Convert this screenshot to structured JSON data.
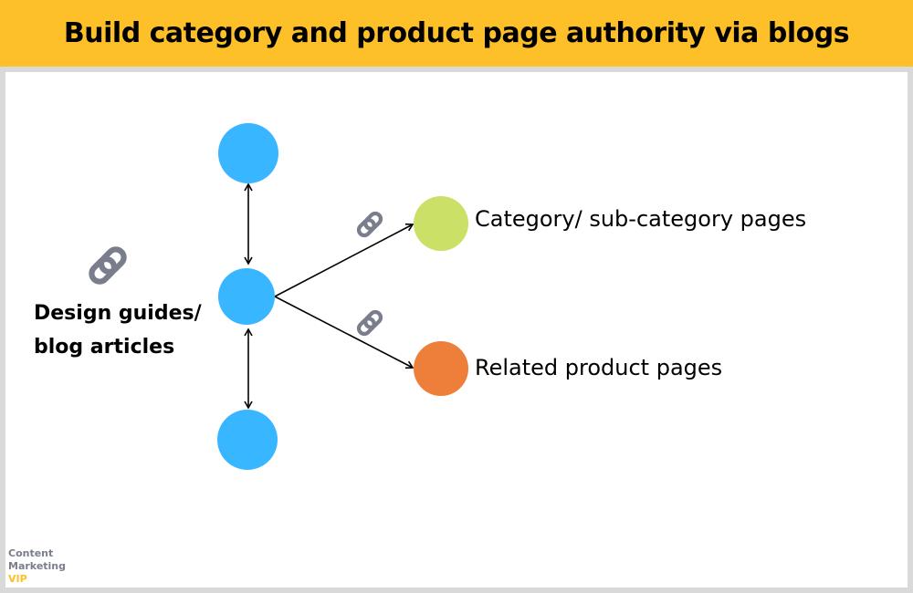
{
  "title": "Build category and product page authority via blogs",
  "source_node": {
    "label_line1": "Design guides/",
    "label_line2": "blog articles",
    "color": "#38b6ff",
    "icon": "link-icon"
  },
  "targets": [
    {
      "label": "Category/ sub-category pages",
      "color": "#cbe066",
      "icon": "link-icon"
    },
    {
      "label": "Related product pages",
      "color": "#ee7f3a",
      "icon": "link-icon"
    }
  ],
  "blog_nodes_color": "#38b6ff",
  "banner_color": "#fec028",
  "brand": {
    "line1": "Content",
    "line2": "Marketing",
    "line3": "VIP"
  }
}
